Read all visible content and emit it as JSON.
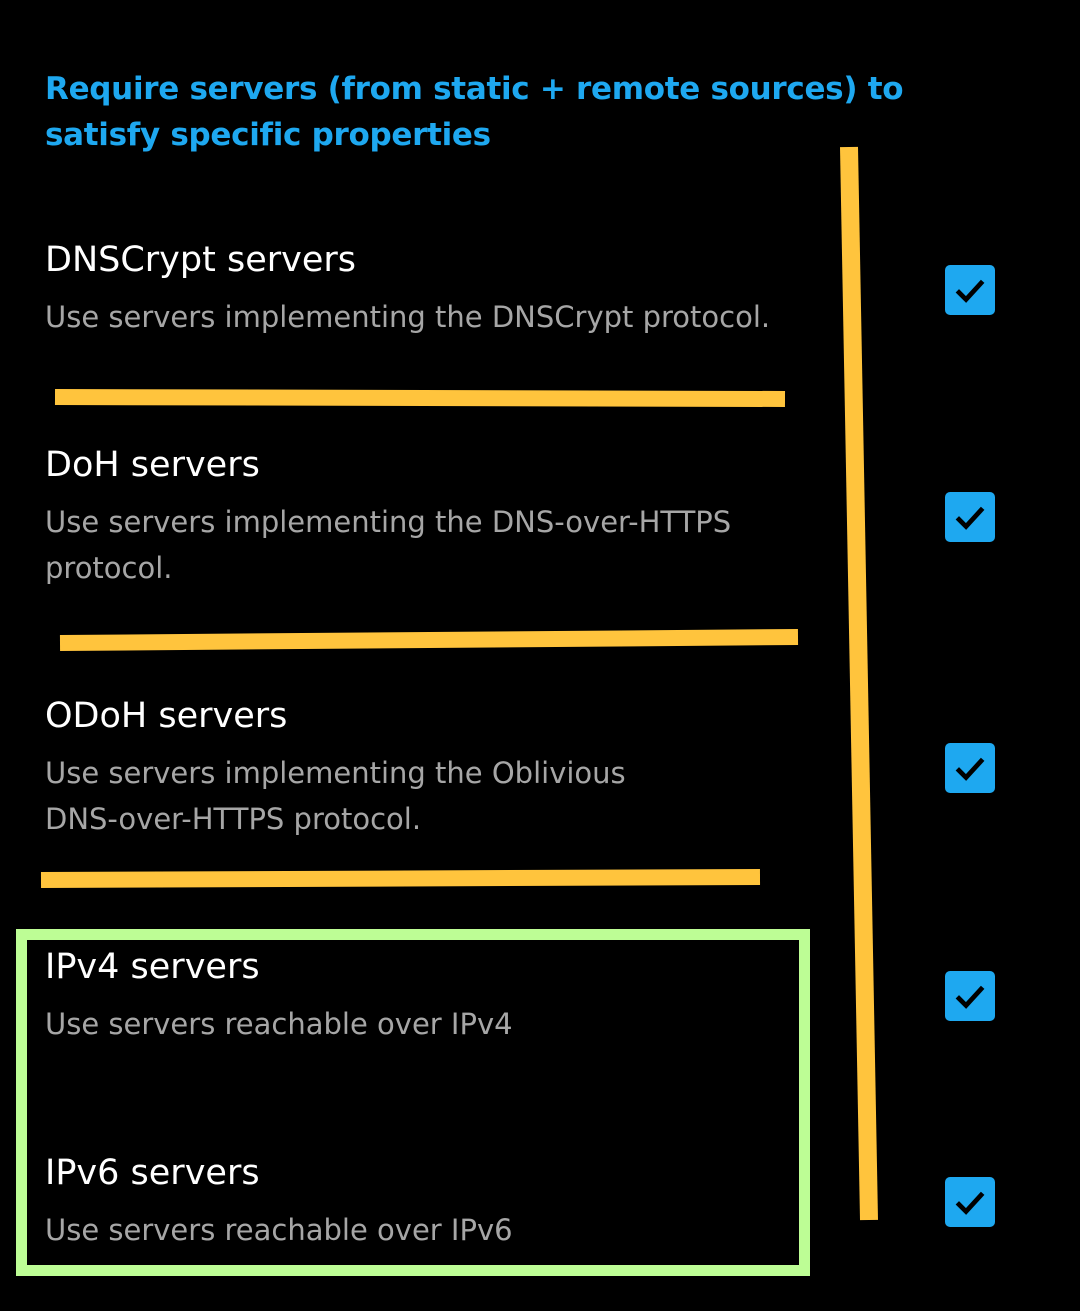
{
  "section_header": "Require servers (from static + remote sources) to satisfy specific properties",
  "preferences": [
    {
      "title": "DNSCrypt servers",
      "summary": "Use servers implementing the DNSCrypt protocol.",
      "checked": true
    },
    {
      "title": "DoH servers",
      "summary": "Use servers implementing the DNS-over-HTTPS protocol.",
      "checked": true
    },
    {
      "title": "ODoH servers",
      "summary": "Use servers implementing the Oblivious DNS-over-HTTPS protocol.",
      "checked": true
    },
    {
      "title": "IPv4 servers",
      "summary": "Use servers reachable over IPv4",
      "checked": true
    },
    {
      "title": "IPv6 servers",
      "summary": "Use servers reachable over IPv6",
      "checked": true
    }
  ],
  "icons": {
    "checkbox": "check-icon"
  },
  "colors": {
    "background": "#000000",
    "accent": "#1EA8F0",
    "title_text": "#FFFFFF",
    "summary_text": "#A6A6A6",
    "annotation_yellow": "#FFC43D",
    "annotation_green": "#BDFD95"
  }
}
